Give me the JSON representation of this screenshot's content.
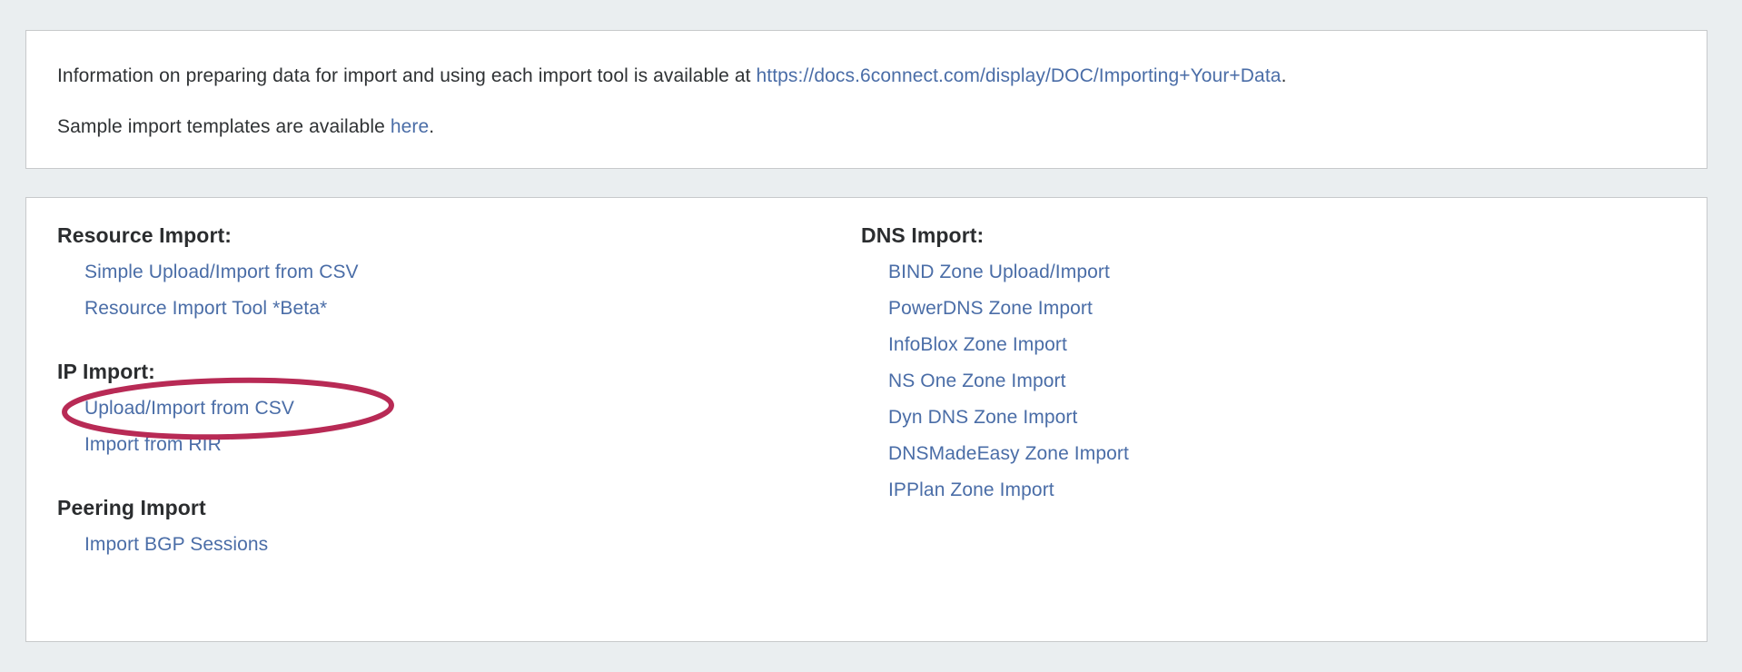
{
  "info_panel": {
    "line1": {
      "prefix": "Information on preparing data for import and using each import tool is available at ",
      "link_text": "https://docs.6connect.com/display/DOC/Importing+Your+Data",
      "suffix": "."
    },
    "line2": {
      "prefix": "Sample import templates are available ",
      "link_text": "here",
      "suffix": "."
    }
  },
  "tools_panel": {
    "left_column": [
      {
        "title": "Resource Import:",
        "links": [
          "Simple Upload/Import from CSV",
          "Resource Import Tool *Beta*"
        ]
      },
      {
        "title": "IP Import:",
        "links": [
          "Upload/Import from CSV",
          "Import from RIR"
        ]
      },
      {
        "title": "Peering Import",
        "links": [
          "Import BGP Sessions"
        ]
      }
    ],
    "right_column": [
      {
        "title": "DNS Import:",
        "links": [
          "BIND Zone Upload/Import",
          "PowerDNS Zone Import",
          "InfoBlox Zone Import",
          "NS One Zone Import",
          "Dyn DNS Zone Import",
          "DNSMadeEasy Zone Import",
          "IPPlan Zone Import"
        ]
      }
    ]
  },
  "annotation": {
    "target_label": "Upload/Import from CSV",
    "shape": "ellipse",
    "color": "#b82a55"
  },
  "colors": {
    "page_background": "#eaeef0",
    "panel_background": "#ffffff",
    "panel_border": "#c7c9cb",
    "link": "#4a6da7",
    "text": "#2f3234",
    "heading": "#2b2d2f",
    "annotation": "#b82a55"
  }
}
